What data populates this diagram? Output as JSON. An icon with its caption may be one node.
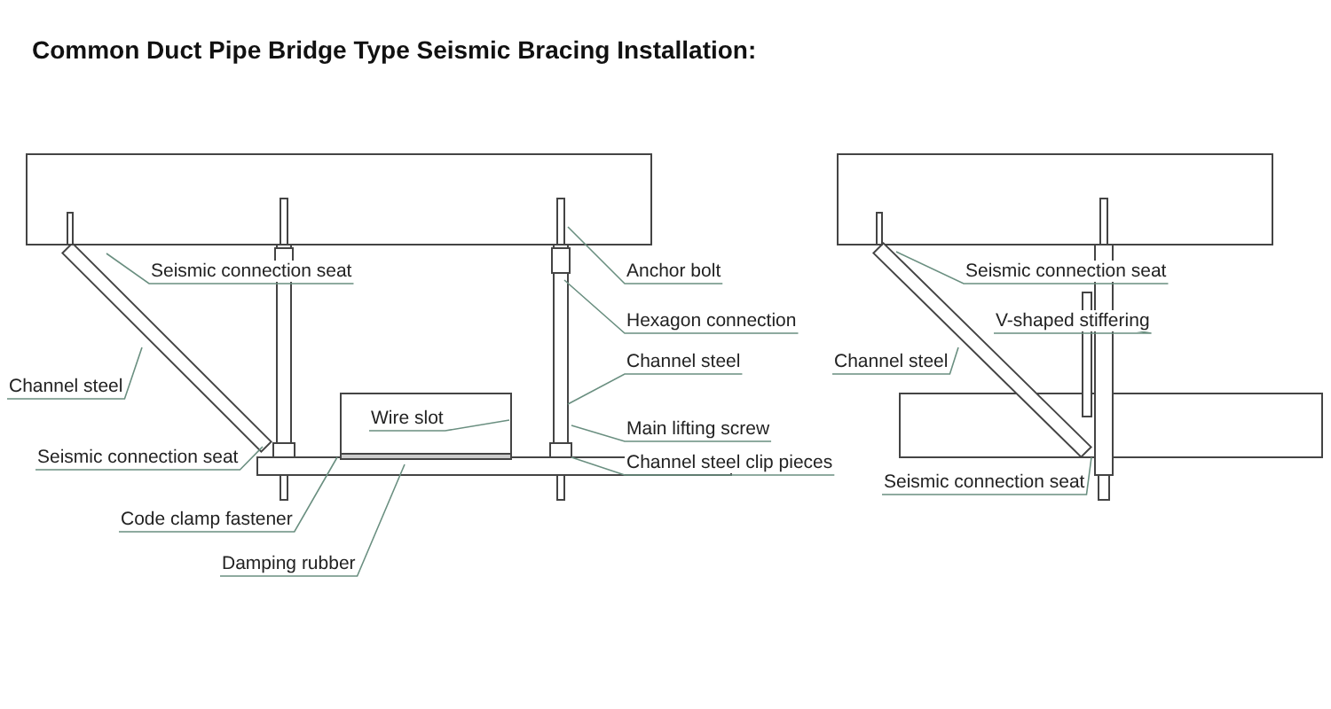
{
  "diagram": {
    "title": "Common Duct Pipe Bridge Type Seismic Bracing Installation:",
    "nodes": [
      {
        "text": [
          "Seismic connection seat"
        ]
      },
      {
        "text": [
          "Anchor bolt"
        ]
      },
      {
        "text": [
          "Channel steel"
        ]
      },
      {
        "text": [
          "Hexagon connection"
        ]
      },
      {
        "text": [
          "Channel steel"
        ]
      },
      {
        "text": [
          "Wire slot"
        ]
      },
      {
        "text": [
          "Main lifting screw"
        ]
      },
      {
        "text": [
          "Seismic connection seat"
        ]
      },
      {
        "text": [
          "Channel steel clip pieces"
        ]
      },
      {
        "text": [
          "Code clamp fastener"
        ]
      },
      {
        "text": [
          "Damping rubber"
        ]
      },
      {
        "text": [
          "Seismic connection seat"
        ]
      },
      {
        "text": [
          "V-shaped stiffering"
        ]
      },
      {
        "text": [
          "Channel steel"
        ]
      },
      {
        "text": [
          "Seismic connection seat"
        ]
      }
    ],
    "edges": [
      {
        "from": 0,
        "to": null,
        "arrow": "none"
      },
      {
        "from": 1,
        "to": null,
        "arrow": "none"
      },
      {
        "from": 2,
        "to": null,
        "arrow": "none"
      },
      {
        "from": 3,
        "to": null,
        "arrow": "none"
      },
      {
        "from": 4,
        "to": null,
        "arrow": "none"
      },
      {
        "from": 5,
        "to": null,
        "arrow": "none"
      },
      {
        "from": 6,
        "to": null,
        "arrow": "none"
      },
      {
        "from": 7,
        "to": null,
        "arrow": "none"
      },
      {
        "from": 8,
        "to": null,
        "arrow": "none"
      },
      {
        "from": 9,
        "to": null,
        "arrow": "none"
      },
      {
        "from": 10,
        "to": null,
        "arrow": "none"
      },
      {
        "from": 11,
        "to": null,
        "arrow": "none"
      },
      {
        "from": 12,
        "to": null,
        "arrow": "none"
      },
      {
        "from": 13,
        "to": null,
        "arrow": "none"
      },
      {
        "from": 14,
        "to": null,
        "arrow": "none"
      }
    ]
  }
}
